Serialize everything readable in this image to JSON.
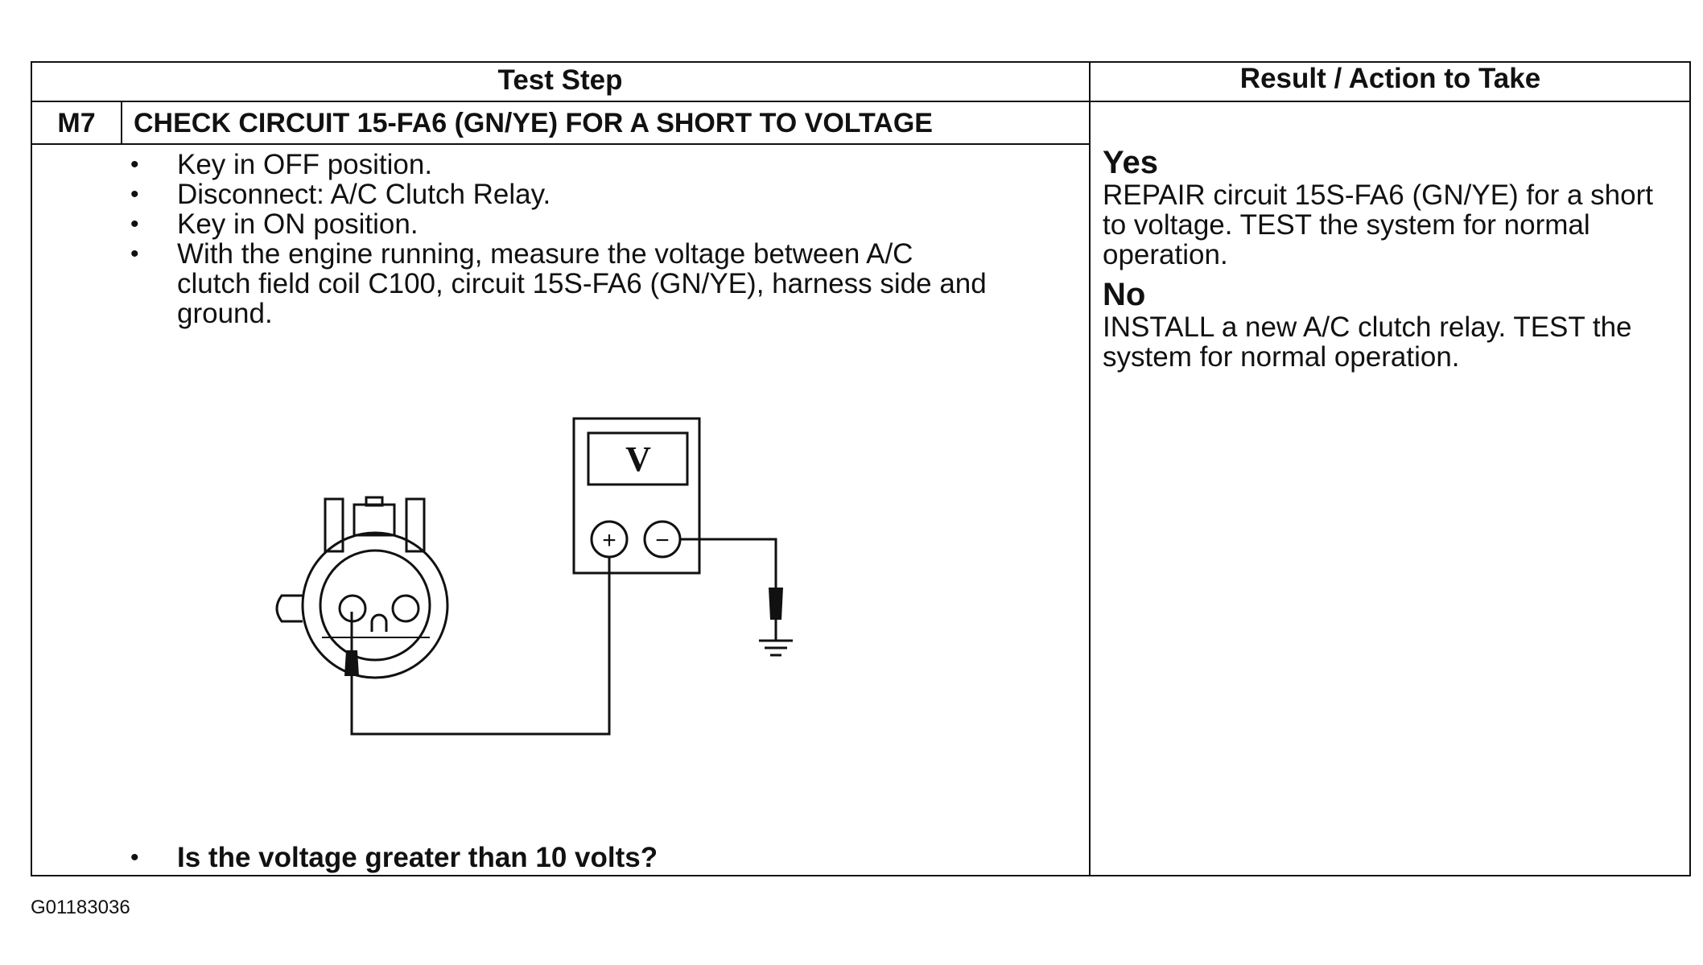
{
  "header": {
    "test_step": "Test Step",
    "result_action": "Result / Action to Take"
  },
  "step": {
    "id": "M7",
    "title": "CHECK CIRCUIT 15-FA6 (GN/YE) FOR A SHORT TO VOLTAGE",
    "bullet_symbol": "•",
    "instructions": [
      "Key in OFF position.",
      "Disconnect: A/C Clutch Relay.",
      "Key in ON position.",
      "With the engine running, measure the voltage between A/C clutch field coil C100, circuit 15S-FA6 (GN/YE), harness side and ground."
    ],
    "question": "Is the voltage greater than 10 volts?"
  },
  "diagram": {
    "meter_symbol": "V",
    "plus_symbol": "+",
    "minus_symbol": "−",
    "icons": [
      "voltmeter-icon",
      "connector-icon",
      "ground-icon",
      "probe-icon"
    ]
  },
  "results": {
    "yes_label": "Yes",
    "yes_text": "REPAIR circuit 15S-FA6 (GN/YE) for a short to voltage. TEST the system for normal operation.",
    "no_label": "No",
    "no_text": "INSTALL a new A/C clutch relay. TEST the system for normal operation."
  },
  "figure_id": "G01183036"
}
